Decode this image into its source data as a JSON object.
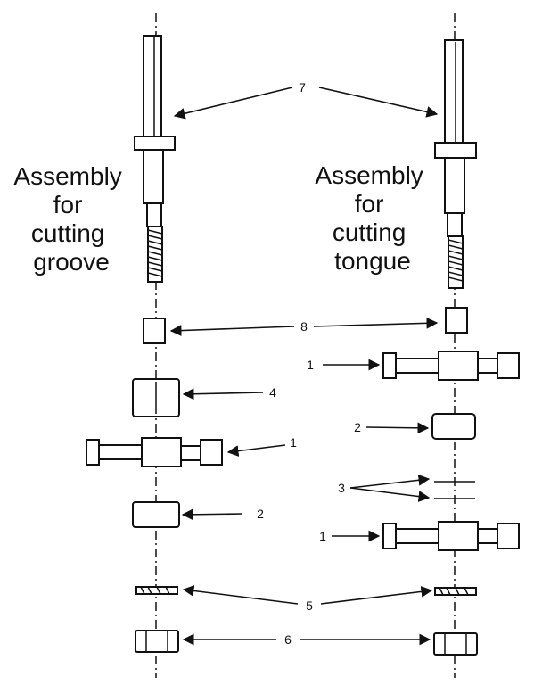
{
  "left_assembly": {
    "title_lines": [
      "Assembly",
      "for",
      "cutting",
      "groove"
    ]
  },
  "right_assembly": {
    "title_lines": [
      "Assembly",
      "for",
      "cutting",
      "tongue"
    ]
  },
  "callouts": {
    "n7": "7",
    "n8": "8",
    "n4": "4",
    "n1_left": "1",
    "n2_left": "2",
    "n5": "5",
    "n6": "6",
    "n1_right_top": "1",
    "n2_right": "2",
    "n3": "3",
    "n1_right_bottom": "1"
  }
}
